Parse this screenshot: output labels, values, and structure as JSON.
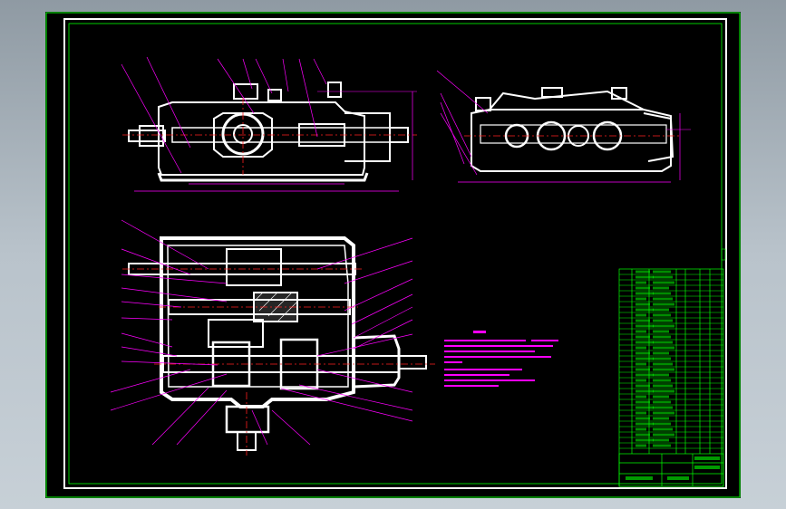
{
  "colors": {
    "background_outer": "#aab4bc",
    "canvas": "#000000",
    "frame": "#ffffff",
    "border_green": "#00ff00",
    "part_outline": "#ffffff",
    "section_fill": "#ffffff",
    "leader_lines": "#ff00ff",
    "centerlines": "#ff2020",
    "dimensions": "#ff00ff",
    "table_lines": "#00ff00",
    "notes_text": "#ff00ff"
  },
  "drawing": {
    "type": "mechanical-assembly-drawing",
    "views": [
      "front-view",
      "side-view",
      "top-section-view"
    ],
    "tech_notes_lines": 9,
    "parts_list_rows": 34
  }
}
